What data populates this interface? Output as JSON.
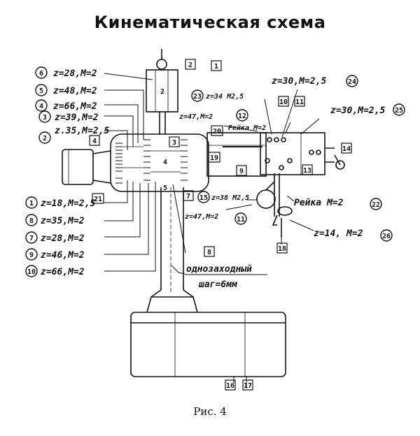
{
  "title": "Кинематическая схема",
  "caption": "Рис. 4",
  "left_gears": [
    {
      "n": "6",
      "text": "z=28,M=2"
    },
    {
      "n": "5",
      "text": "z=48,M=2"
    },
    {
      "n": "4",
      "text": "z=66,M=2"
    },
    {
      "n": "3",
      "text": "z=39,M=2"
    },
    {
      "n": "2",
      "text": "z.35,M=2,5"
    },
    {
      "n": "1",
      "text": "z=18,M=2,5"
    },
    {
      "n": "8",
      "text": "z=35,M=2"
    },
    {
      "n": "7",
      "text": "z=28,M=2"
    },
    {
      "n": "9",
      "text": "z=46,M=2"
    },
    {
      "n": "10",
      "text": "z=66,M=2"
    }
  ],
  "right_labels": {
    "z30_24": {
      "text": "z=30,M=2,5",
      "n": "24"
    },
    "z34_23": {
      "text": "z=34 M2,5",
      "n": "23"
    },
    "z47_12": {
      "text": "z=47,M=2",
      "n": "12"
    },
    "z30_25": {
      "text": "z=30,M=2,5",
      "n": "25"
    },
    "reika_small": "Рейка М=2",
    "z38_15": {
      "text": "z=38 М2,5",
      "n": "15"
    },
    "z47_11": {
      "text": "z=47,M=2",
      "n": "11"
    },
    "reika_22": {
      "text": "Рейка М=2",
      "n": "22"
    },
    "z14_26": {
      "text": "z=14, M=2",
      "n": "26"
    },
    "single_start": "однозаходный",
    "pitch": "шаг=6мм"
  },
  "box_numbers": {
    "b1": "1",
    "b2": "2",
    "b3": "3",
    "b4": "4",
    "b7": "7",
    "b8": "8",
    "b9": "9",
    "b10": "10",
    "b11": "11",
    "b13": "13",
    "b14": "14",
    "b16": "16",
    "b17": "17",
    "b18": "18",
    "b19": "19",
    "b20": "20",
    "b21": "21"
  },
  "small_text": {
    "t2": "2",
    "t4": "4",
    "t5": "5"
  }
}
